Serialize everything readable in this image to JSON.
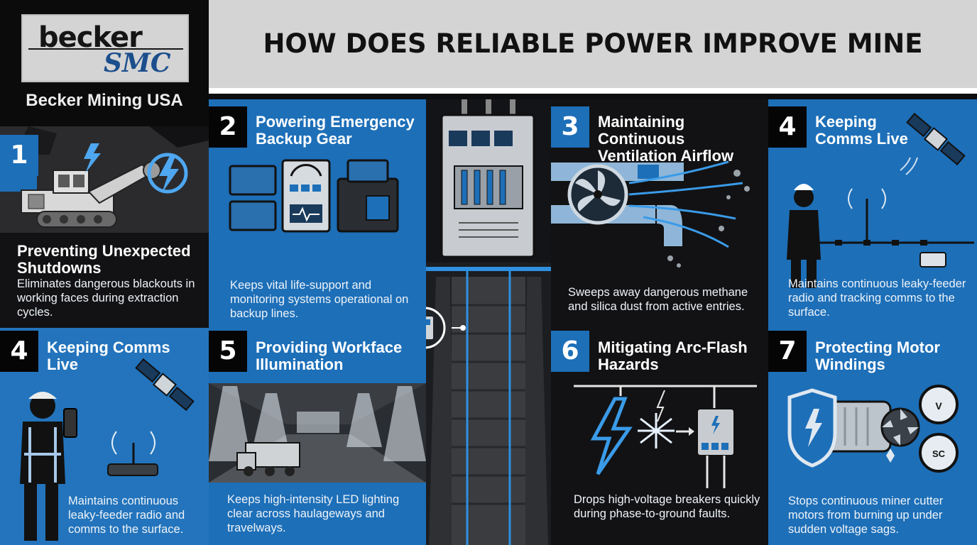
{
  "brand": {
    "logo_top": "becker",
    "logo_bottom": "SMC",
    "company": "Becker Mining USA"
  },
  "title": "HOW DOES RELIABLE POWER IMPROVE MINE SAFETY?",
  "panels": [
    {
      "number": "1",
      "title": "Preventing Unexpected Shutdowns",
      "description": "Eliminates dangerous blackouts in working faces during extraction cycles.",
      "icon": "mining-loader-lightning-icon"
    },
    {
      "number": "2",
      "title": "Powering Emergency Backup Gear",
      "description": "Keeps vital life-support and monitoring systems operational on backup lines.",
      "icon": "battery-backup-icon"
    },
    {
      "number": "3",
      "title": "Maintaining Continuous Ventilation Airflow",
      "description": "Sweeps away dangerous methane and silica dust from active entries.",
      "icon": "ventilation-fan-icon"
    },
    {
      "number": "4",
      "title": "Keeping Comms Live",
      "description": "Maintains continuous leaky-feeder radio and tracking comms to the surface.",
      "icon": "satellite-radio-icon"
    },
    {
      "number": "4",
      "title": "Keeping Comms Live",
      "description": "Maintains continuous leaky-feeder radio and comms to the surface.",
      "icon": "miner-radio-icon"
    },
    {
      "number": "5",
      "title": "Providing Workface Illumination",
      "description": "Keeps high-intensity LED lighting clear across haulageways and travelways.",
      "icon": "tunnel-lighting-icon"
    },
    {
      "number": "6",
      "title": "Mitigating Arc-Flash Hazards",
      "description": "Drops high-voltage breakers quickly during phase-to-ground faults.",
      "icon": "arc-flash-breaker-icon"
    },
    {
      "number": "7",
      "title": "Protecting Motor Windings",
      "description": "Stops continuous miner cutter motors from burning up under sudden voltage sags.",
      "icon": "motor-shield-icon"
    }
  ],
  "gauges": {
    "voltage": "V",
    "short_circuit": "SC"
  }
}
